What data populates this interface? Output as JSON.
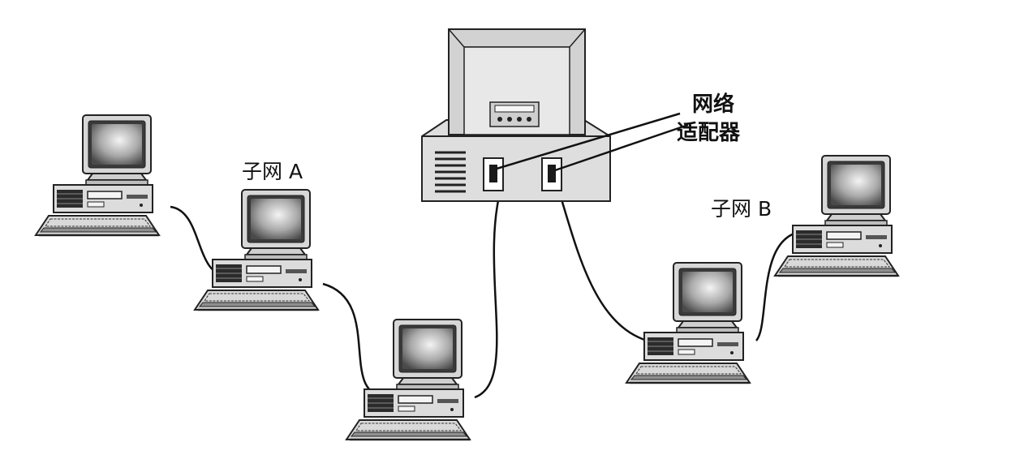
{
  "diagram": {
    "subnet_a_label": "子网 A",
    "subnet_b_label": "子网 B",
    "adapter_label_line1": "网络",
    "adapter_label_line2": "适配器"
  },
  "nodes": [
    {
      "id": "server",
      "role": "server-with-two-network-adapters"
    },
    {
      "id": "pc-a1",
      "subnet": "子网 A"
    },
    {
      "id": "pc-a2",
      "subnet": "子网 A"
    },
    {
      "id": "pc-a3",
      "subnet": "子网 A"
    },
    {
      "id": "pc-b1",
      "subnet": "子网 B"
    },
    {
      "id": "pc-b2",
      "subnet": "子网 B"
    }
  ],
  "edges": [
    {
      "from": "pc-a1",
      "to": "pc-a2"
    },
    {
      "from": "pc-a2",
      "to": "pc-a3"
    },
    {
      "from": "pc-a3",
      "to": "server-adapter-left"
    },
    {
      "from": "server-adapter-right",
      "to": "pc-b1"
    },
    {
      "from": "pc-b1",
      "to": "pc-b2"
    }
  ]
}
